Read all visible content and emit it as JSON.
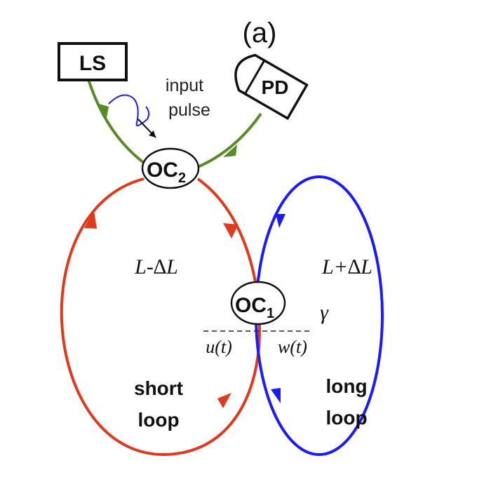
{
  "panel_label": "(a)",
  "laser_source": {
    "label": "LS"
  },
  "photodetector": {
    "label": "PD"
  },
  "input_pulse": {
    "line1": "input",
    "line2": "pulse"
  },
  "coupler_2": {
    "base": "OC",
    "sub": "2"
  },
  "coupler_1": {
    "base": "OC",
    "sub": "1"
  },
  "short_loop": {
    "length_label": "L-∆L",
    "name_line1": "short",
    "name_line2": "loop",
    "field_label": "u(t)",
    "color": "#e03a1e"
  },
  "long_loop": {
    "length_label": "L+∆L",
    "name_line1": "long",
    "name_line2": "loop",
    "field_label": "w(t)",
    "color": "#1a1aff"
  },
  "gamma_label": "γ",
  "fiber_color": "#5a8a28",
  "pulse_color": "#1a1aff"
}
